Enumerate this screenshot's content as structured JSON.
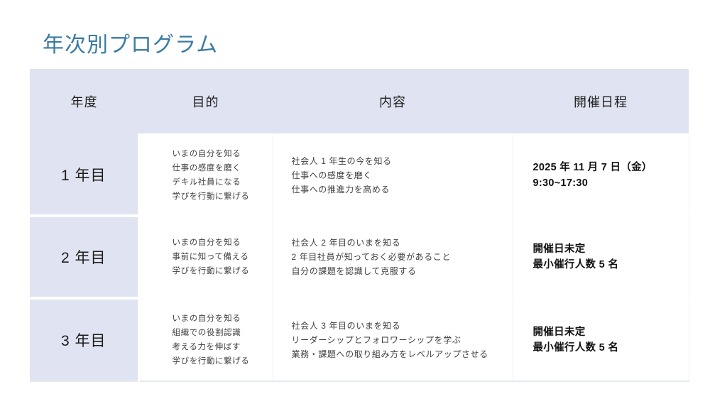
{
  "slide": {
    "title": "年次別プログラム",
    "title_color": "#3a7ba3",
    "header_bg": "#e0e3f1",
    "background": "#ffffff"
  },
  "table": {
    "columns": [
      {
        "key": "year",
        "label": "年度"
      },
      {
        "key": "purpose",
        "label": "目的"
      },
      {
        "key": "content",
        "label": "内容"
      },
      {
        "key": "schedule",
        "label": "開催日程"
      }
    ],
    "rows": [
      {
        "year": "1 年目",
        "purpose": [
          "いまの自分を知る",
          "仕事の感度を磨く",
          "デキル社員になる",
          "学びを行動に繋げる"
        ],
        "content": [
          "社会人 1 年生の今を知る",
          "仕事への感度を磨く",
          "仕事への推進力を高める"
        ],
        "schedule": [
          "2025 年 11 月 7 日（金）",
          "9:30~17:30"
        ]
      },
      {
        "year": "2 年目",
        "purpose": [
          "いまの自分を知る",
          "事前に知って備える",
          "学びを行動に繋げる"
        ],
        "content": [
          "社会人 2 年目のいまを知る",
          "2 年目社員が知っておく必要があること",
          "自分の課題を認識して克服する"
        ],
        "schedule": [
          "開催日未定",
          "最小催行人数 5 名"
        ]
      },
      {
        "year": "3 年目",
        "purpose": [
          "いまの自分を知る",
          "組織での役割認識",
          "考える力を伸ばす",
          "学びを行動に繋げる"
        ],
        "content": [
          "社会人 3 年目のいまを知る",
          "リーダーシップとフォロワーシップを学ぶ",
          "業務・課題への取り組み方をレベルアップさせる"
        ],
        "schedule": [
          "開催日未定",
          "最小催行人数 5 名"
        ]
      }
    ]
  }
}
